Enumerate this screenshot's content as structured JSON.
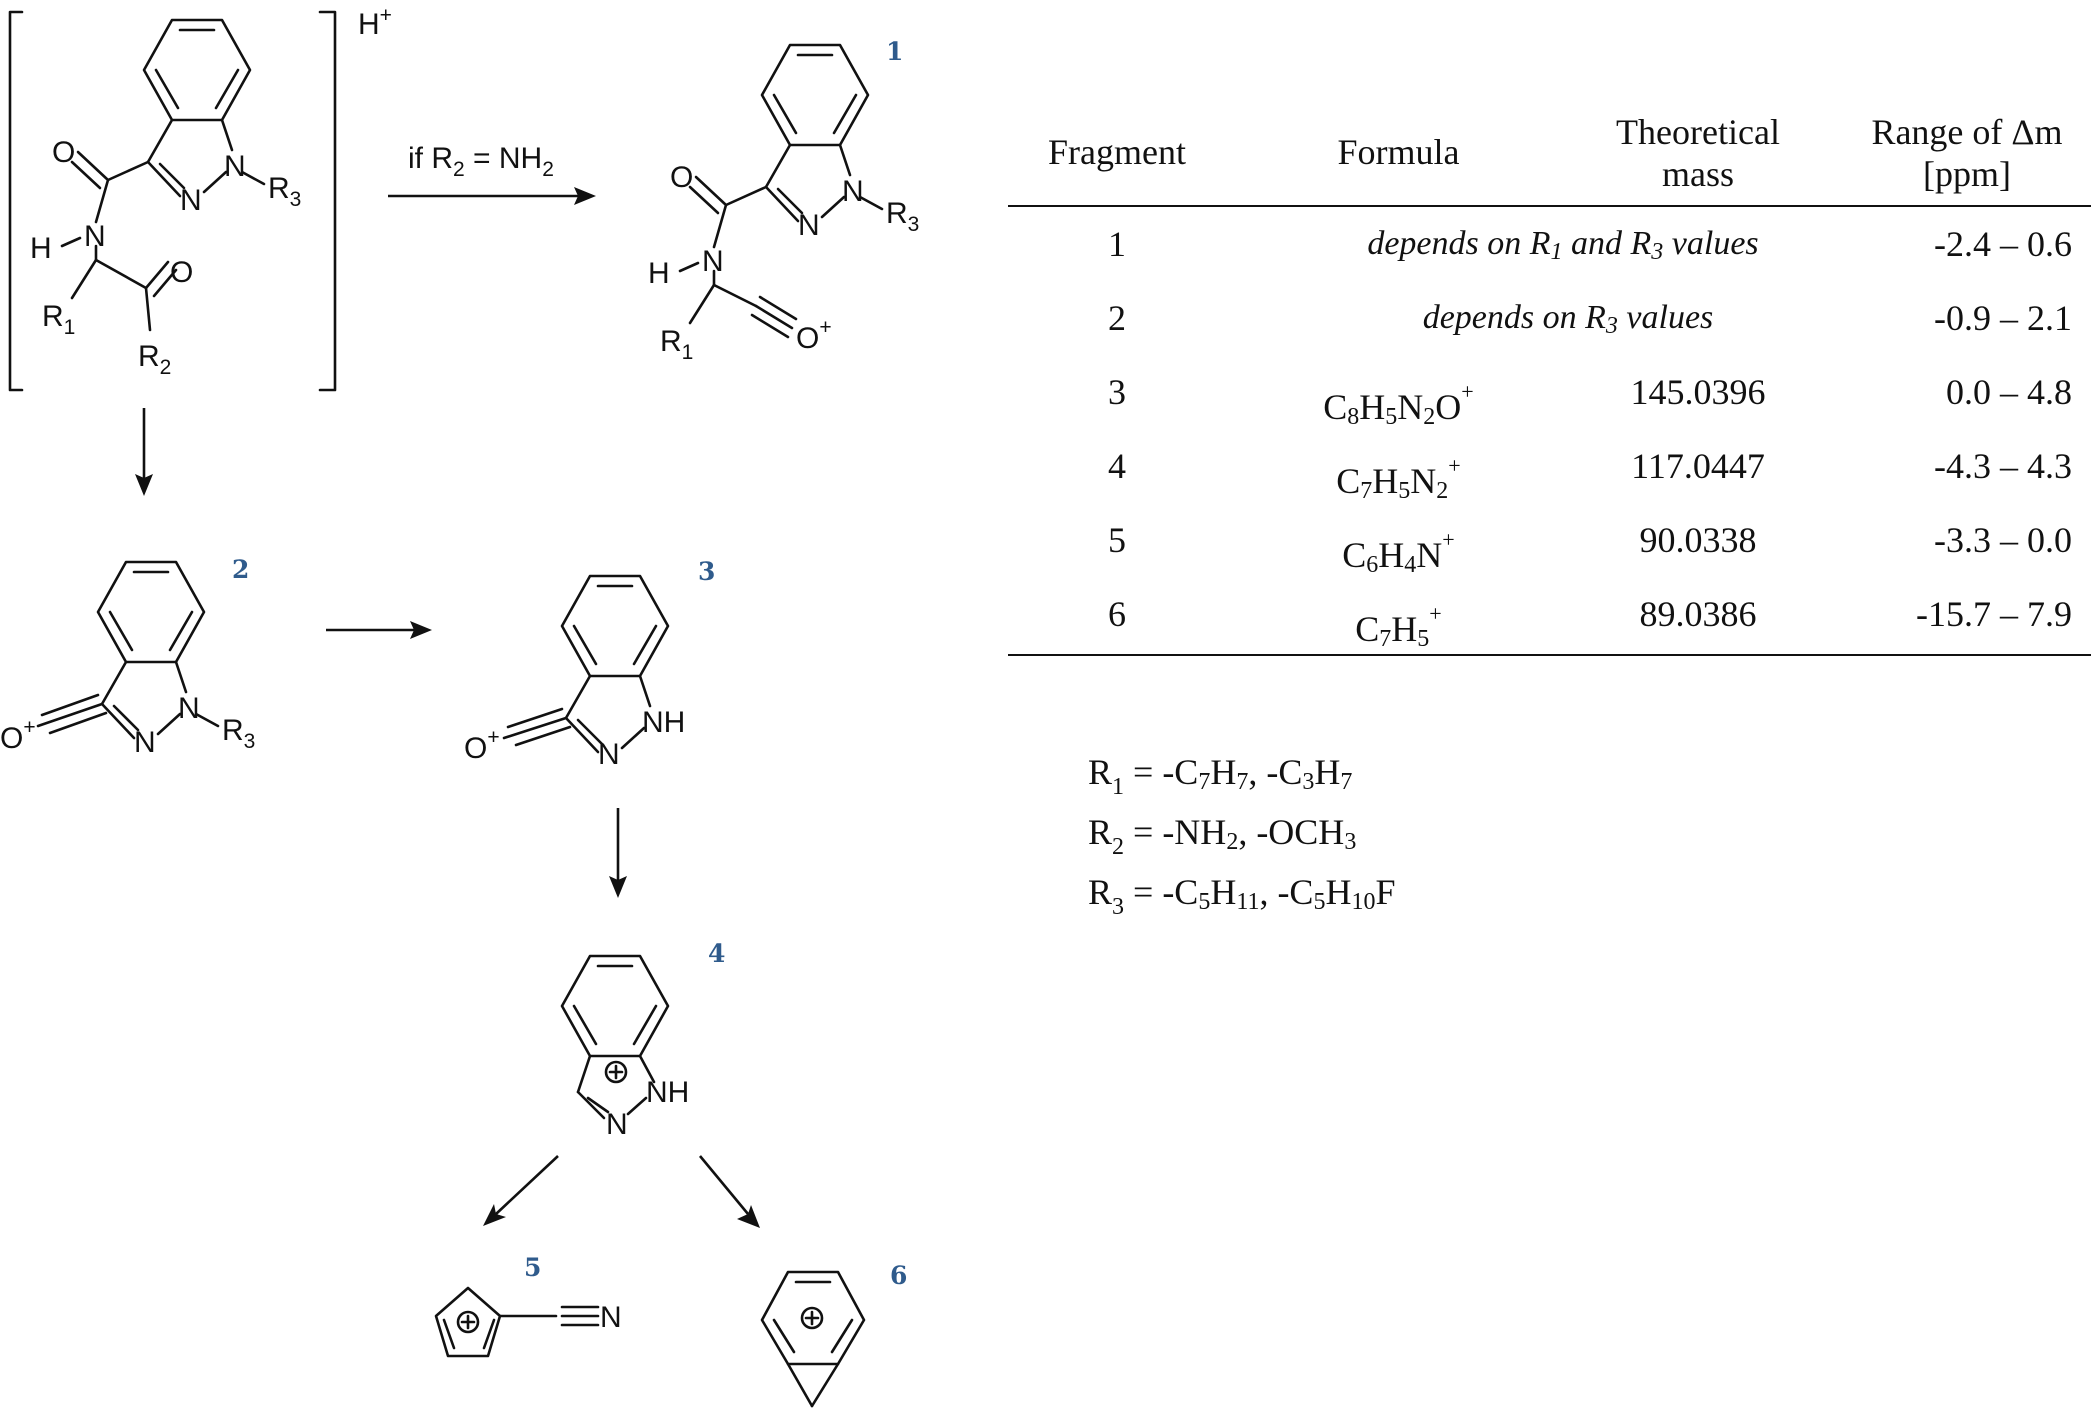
{
  "scheme": {
    "bracket_charge": "H+",
    "arrow_condition": "if R2 = NH2",
    "compound_numbers": [
      "1",
      "2",
      "3",
      "4",
      "5",
      "6"
    ],
    "atoms": {
      "O": "O",
      "N": "N",
      "H": "H",
      "NH": "NH",
      "R1": "R1",
      "R2": "R2",
      "R3": "R3",
      "plus": "+"
    }
  },
  "table": {
    "headers": {
      "fragment": "Fragment",
      "formula": "Formula",
      "mass_line1": "Theoretical",
      "mass_line2": "mass",
      "range_line1": "Range of Δm",
      "range_line2": "[ppm]"
    },
    "rows": [
      {
        "fragment": "1",
        "note": "depends on R1 and R3 values",
        "range": "-2.4 – 0.6"
      },
      {
        "fragment": "2",
        "note": "depends on R3 values",
        "range": "-0.9 – 2.1"
      },
      {
        "fragment": "3",
        "formula": "C8H5N2O+",
        "mass": "145.0396",
        "range": "0.0 – 4.8"
      },
      {
        "fragment": "4",
        "formula": "C7H5N2+",
        "mass": "117.0447",
        "range": "-4.3 – 4.3"
      },
      {
        "fragment": "5",
        "formula": "C6H4N+",
        "mass": "90.0338",
        "range": "-3.3 – 0.0"
      },
      {
        "fragment": "6",
        "formula": "C7H5+",
        "mass": "89.0386",
        "range": "-15.7 – 7.9"
      }
    ]
  },
  "substituents": [
    {
      "name": "R1",
      "values": "= -C7H7, -C3H7"
    },
    {
      "name": "R2",
      "values": "= -NH2, -OCH3"
    },
    {
      "name": "R3",
      "values": "= -C5H11, -C5H10F"
    }
  ]
}
